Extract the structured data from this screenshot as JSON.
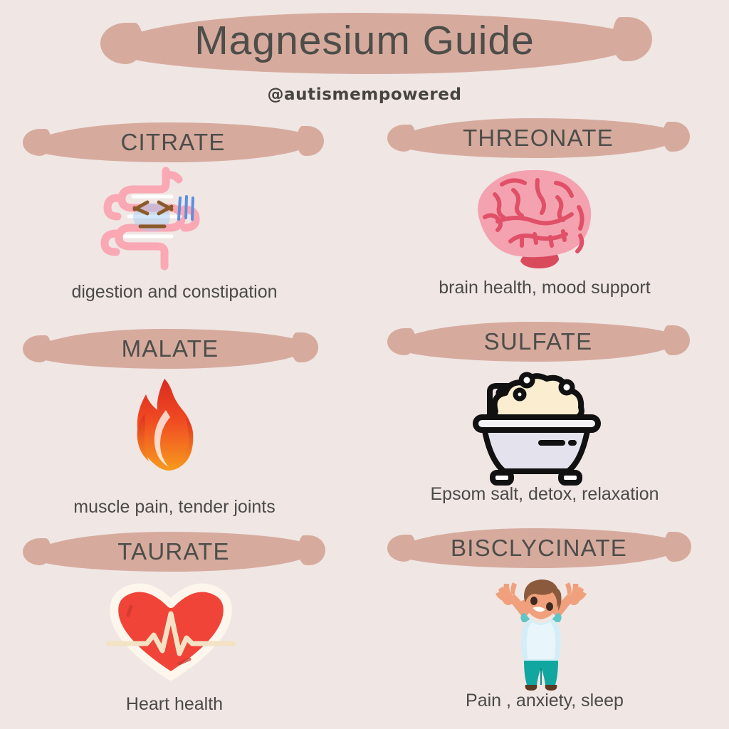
{
  "page": {
    "title": "Magnesium Guide",
    "handle": "@autismempowered",
    "background_color": "#f0e6e4",
    "brush_color": "#d6ab9e",
    "text_color": "#4d4d49"
  },
  "sections": [
    {
      "name": "CITRATE",
      "caption": "digestion and constipation",
      "icon": "intestine-icon"
    },
    {
      "name": "THREONATE",
      "caption": "brain health, mood support",
      "icon": "brain-icon"
    },
    {
      "name": "MALATE",
      "caption": "muscle pain, tender joints",
      "icon": "flame-icon"
    },
    {
      "name": "SULFATE",
      "caption": "Epsom salt, detox, relaxation",
      "icon": "bathtub-icon"
    },
    {
      "name": "TAURATE",
      "caption": "Heart health",
      "icon": "heart-pulse-icon"
    },
    {
      "name": "BISCLYCINATE",
      "caption": "Pain , anxiety, sleep",
      "icon": "happy-child-icon"
    }
  ]
}
